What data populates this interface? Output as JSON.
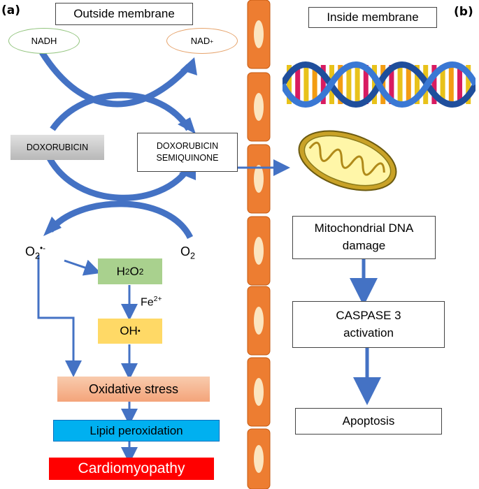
{
  "panel_a": {
    "label": "(a)",
    "outside_label": "Outside membrane",
    "nadh": "NADH",
    "nad_base": "NAD",
    "nad_sup": "+",
    "doxorubicin": "DOXORUBICIN",
    "semiquinone_line1": "DOXORUBICIN",
    "semiquinone_line2": "SEMIQUINONE",
    "o2_base": "O",
    "o2_sub": "2",
    "superoxide_sup": "•-",
    "h2o2_h": "H",
    "h2o2_sub1": "2",
    "h2o2_o": "O",
    "h2o2_sub2": "2",
    "fe_base": "Fe",
    "fe_sup": "2+",
    "oh_base": "OH",
    "oh_sup": "•",
    "oxidative_stress": "Oxidative stress",
    "lipid_peroxidation": "Lipid peroxidation",
    "cardiomyopathy": "Cardiomyopathy"
  },
  "panel_b": {
    "label": "(b)",
    "inside_label": "Inside membrane",
    "mito_dna_line1": "Mitochondrial DNA",
    "mito_dna_line2": "damage",
    "caspase_line1": "CASPASE 3",
    "caspase_line2": "activation",
    "apoptosis": "Apoptosis"
  },
  "colors": {
    "arrow_blue": "#4472c4",
    "membrane_orange": "#ed7d31",
    "membrane_cell": "#fbe5c0",
    "nadh_border": "#92c47d",
    "nad_border": "#e6a36b",
    "doxorubicin_fill": "#c8c8c8",
    "h2o2_fill": "#a9d18e",
    "oh_fill": "#ffd966",
    "oxidative_fill": "#f4b183",
    "lipid_fill": "#00b0f0",
    "cardio_fill": "#ff0000",
    "mito_fill": "#f0e68c"
  }
}
